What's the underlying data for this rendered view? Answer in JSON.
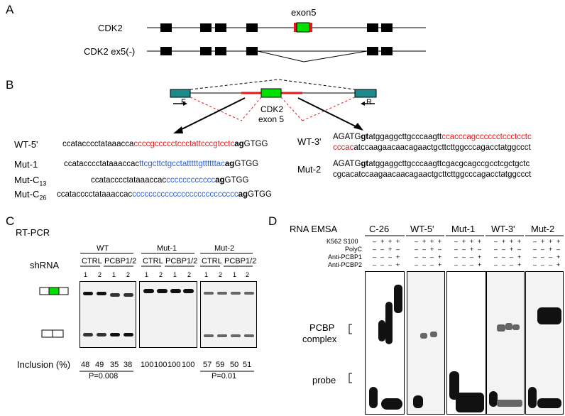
{
  "panelA": {
    "letter": "A",
    "exon_label": "exon5",
    "row1_label": "CDK2",
    "row2_label": "CDK2 ex5(-)"
  },
  "panelB": {
    "letter": "B",
    "primer_f": "F",
    "primer_r": "R",
    "center_label_1": "CDK2",
    "center_label_2": "exon 5",
    "wt5": {
      "label": "WT-5'",
      "seg1": "ccatacccctataaacca",
      "seg2": "ccccgccccctccctattcccgtcctc",
      "seg3": "ag",
      "seg4": "GTGG"
    },
    "mut1": {
      "label": "Mut-1",
      "seg1": "ccatacccctataaaccac",
      "seg2": "ttcgcttctgcctatttttgttttttac",
      "seg3": "ag",
      "seg4": "GTGG"
    },
    "mutc13": {
      "label_main": "Mut-C",
      "label_sub": "13",
      "seg1": "ccatacccctataaaccac",
      "seg2": "cccccccccccc",
      "seg3": "ag",
      "seg4": "GTGG"
    },
    "mutc26": {
      "label_main": "Mut-C",
      "label_sub": "26",
      "seg1": "ccatacccctataaaccac",
      "seg2": "cccccccccccccccccccccccccc",
      "seg3": "ag",
      "seg4": "GTGG"
    },
    "wt3": {
      "label": "WT-3'",
      "l1a": "AGATG",
      "l1b": "gt",
      "l1c": "atggaggcttgcccaagtt",
      "l1d": "ccacccagcccccctccctcctc",
      "l2a": "cccac",
      "l2b": "atccaagaacaacagaactgcttcttggcccagacctatggccct"
    },
    "mut2": {
      "label": "Mut-2",
      "l1a": "AGATG",
      "l1b": "gt",
      "l1c": "atggaggcttgcccaagttcgacgcagccgcctcgctgctc",
      "l2a": "cgcacatccaagaacaacagaactgcttcttggcccagacctatggccct"
    }
  },
  "panelC": {
    "letter": "C",
    "title": "RT-PCR",
    "shrna_label": "shRNA",
    "groups": [
      {
        "name": "WT",
        "ctrl": "CTRL",
        "kd": "PCBP1/2",
        "lanes": [
          "1",
          "2",
          "1",
          "2"
        ],
        "inclusion": [
          "48",
          "49",
          "35",
          "38"
        ],
        "pvalue": "P=0.008"
      },
      {
        "name": "Mut-1",
        "ctrl": "CTRL",
        "kd": "PCBP1/2",
        "lanes": [
          "1",
          "2",
          "1",
          "2"
        ],
        "inclusion": [
          "100",
          "100",
          "100",
          "100"
        ],
        "pvalue": ""
      },
      {
        "name": "Mut-2",
        "ctrl": "CTRL",
        "kd": "PCBP1/2",
        "lanes": [
          "1",
          "2",
          "1",
          "2"
        ],
        "inclusion": [
          "57",
          "59",
          "50",
          "51"
        ],
        "pvalue": "P=0.01"
      }
    ],
    "inclusion_label": "Inclusion (%)",
    "colors": {
      "exon_green": "#00e000"
    }
  },
  "panelD": {
    "letter": "D",
    "title": "RNA EMSA",
    "conditions": [
      "K562 S100",
      "PolyC",
      "Anti-PCBP1",
      "Anti-PCBP2"
    ],
    "gels": [
      "C-26",
      "WT-5'",
      "Mut-1",
      "WT-3'",
      "Mut-2"
    ],
    "signs": [
      [
        "-",
        "+",
        "+",
        "+"
      ],
      [
        "-",
        "-",
        "+",
        "-"
      ],
      [
        "-",
        "-",
        "-",
        "+"
      ],
      [
        "-",
        "-",
        "-",
        "+"
      ]
    ],
    "pcbp_label_1": "PCBP",
    "pcbp_label_2": "complex",
    "probe_label": "probe"
  },
  "colors": {
    "exon_green": "#00e000",
    "teal": "#1a8a8a",
    "red": "#e31a1c",
    "blue": "#2c5fd6"
  }
}
